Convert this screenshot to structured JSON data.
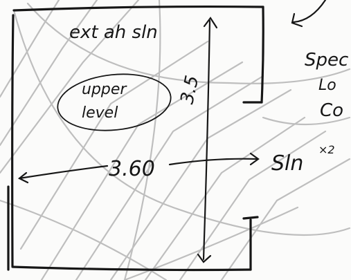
{
  "sketch": {
    "top_label": "ext ah sln",
    "room_label_line1": "upper",
    "room_label_line2": "level",
    "horizontal_dimension": "3.60",
    "vertical_dimension": "3.5",
    "right_note": "Sln",
    "right_note_multiplier": "×2",
    "margin_note_line1": "Spec",
    "margin_note_line2": "Lo",
    "margin_note_line3": "Co",
    "ink_color": "#161616",
    "pencil_color": "#b4b4b4"
  }
}
